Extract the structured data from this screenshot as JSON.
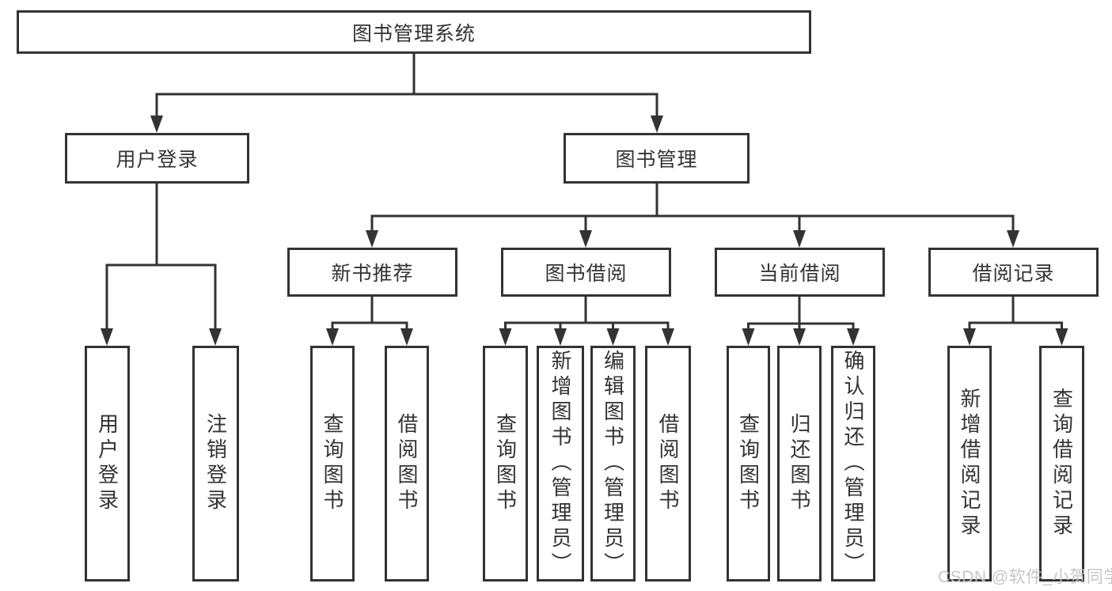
{
  "diagram": {
    "type": "hierarchy-chart",
    "language": "zh-CN"
  },
  "colors": {
    "line": "#333333",
    "border": "#333333",
    "text": "#333333",
    "background": "#ffffff",
    "watermark": "#c6c6c6"
  },
  "tree": {
    "root": {
      "label": "图书管理系统",
      "children": [
        {
          "label": "用户登录",
          "children": [
            {
              "label": "用户登录"
            },
            {
              "label": "注销登录"
            }
          ]
        },
        {
          "label": "图书管理",
          "children": [
            {
              "label": "新书推荐",
              "children": [
                {
                  "label": "查询图书"
                },
                {
                  "label": "借阅图书"
                }
              ]
            },
            {
              "label": "图书借阅",
              "children": [
                {
                  "label": "查询图书"
                },
                {
                  "label": "新增图书（管理员）"
                },
                {
                  "label": "编辑图书（管理员）"
                },
                {
                  "label": "借阅图书"
                }
              ]
            },
            {
              "label": "当前借阅",
              "children": [
                {
                  "label": "查询图书"
                },
                {
                  "label": "归还图书"
                },
                {
                  "label": "确认归还（管理员）"
                }
              ]
            },
            {
              "label": "借阅记录",
              "children": [
                {
                  "label": "新增借阅记录"
                },
                {
                  "label": "查询借阅记录"
                }
              ]
            }
          ]
        }
      ]
    }
  },
  "watermark": {
    "text": "CSDN @软件_小贺同学"
  }
}
